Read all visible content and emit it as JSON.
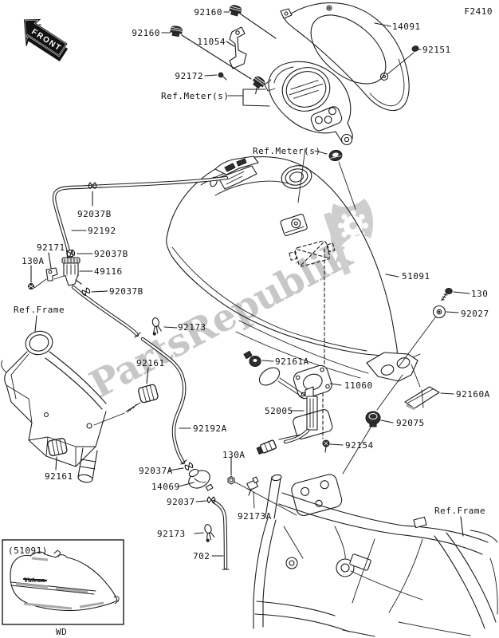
{
  "diagram": {
    "page_code": "F2410",
    "front_marker": "FRONT",
    "view_code": "WD",
    "inset_part": "(51091)",
    "tank_logo": "Vulcan",
    "watermark_text": "PartsRepublik",
    "colors": {
      "line": "#1c1c1c",
      "watermark": "#c2c2c2",
      "dark_fill": "#2e2e2e"
    }
  },
  "parts": {
    "p92160": "92160",
    "p11054": "11054",
    "p92172": "92172",
    "ref_meter": "Ref.Meter(s)",
    "p14091": "14091",
    "p92151": "92151",
    "p92037b": "92037B",
    "p92192": "92192",
    "p92171": "92171",
    "p130a": "130A",
    "p49116": "49116",
    "ref_frame": "Ref.Frame",
    "p51091": "51091",
    "p130": "130",
    "p92027": "92027",
    "p92173": "92173",
    "p92161": "92161",
    "p92161a": "92161A",
    "p11060": "11060",
    "p52005": "52005",
    "p92160a": "92160A",
    "p92075": "92075",
    "p92154": "92154",
    "p92192a": "92192A",
    "p92037a": "92037A",
    "p14069": "14069",
    "p92037": "92037",
    "p92173a": "92173A",
    "p702": "702"
  }
}
